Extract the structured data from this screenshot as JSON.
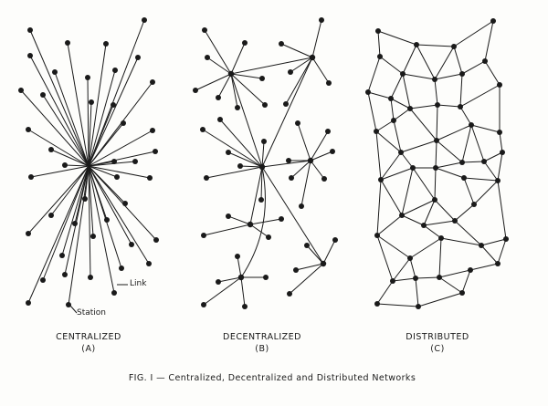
{
  "panels": [
    {
      "title": "CENTRALIZED",
      "letter": "(A)"
    },
    {
      "title": "DECENTRALIZED",
      "letter": "(B)"
    },
    {
      "title": "DISTRIBUTED",
      "letter": "(C)"
    }
  ],
  "annotations": {
    "link": "Link",
    "station": "Station"
  },
  "caption": "FIG. I — Centralized, Decentralized and Distributed Networks",
  "colors": {
    "ink": "#1a1a1a",
    "paper": "#fdfdfb"
  }
}
